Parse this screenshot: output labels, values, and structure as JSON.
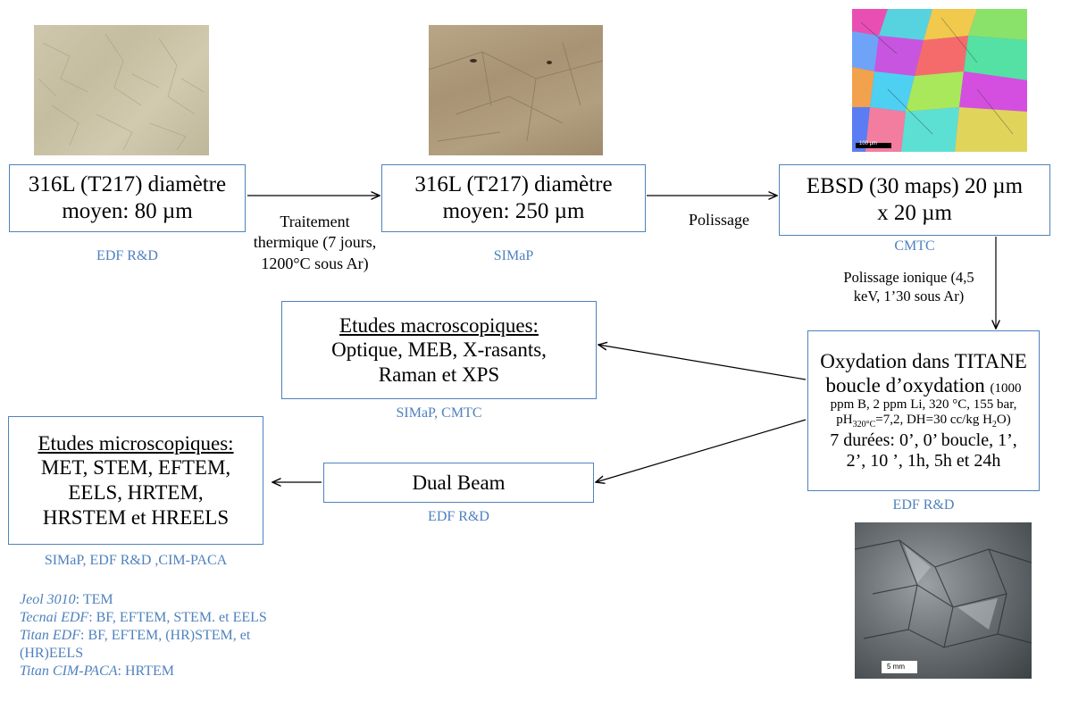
{
  "boxes": {
    "start": {
      "line1": "316L (T217) diamètre",
      "line2": "moyen: 80 µm",
      "inst": "EDF R&D"
    },
    "heat": {
      "line1": "316L (T217) diamètre",
      "line2": "moyen: 250 µm",
      "inst": "SIMaP"
    },
    "ebsd": {
      "line1": "EBSD (30 maps) 20 µm",
      "line2": "x 20 µm",
      "inst": "CMTC"
    },
    "oxid": {
      "line1": "Oxydation dans TITANE",
      "line2": "boucle d’oxydation",
      "line2_cond": "(1000",
      "cond1": "ppm B, 2 ppm Li, 320 °C, 155 bar,",
      "cond2_a": "pH",
      "cond2_sub": "320°C",
      "cond2_b": "=7,2, DH=30 cc/kg H",
      "cond2_sub2": "2",
      "cond2_c": "O)",
      "dur1": "7 durées: 0’, 0’ boucle, 1’,",
      "dur2": "2’, 10 ’, 1h, 5h et 24h",
      "inst": "EDF R&D"
    },
    "macro": {
      "title": "Etudes macroscopiques:",
      "line1": "Optique, MEB, X-rasants,",
      "line2": "Raman et XPS",
      "inst": "SIMaP, CMTC"
    },
    "dual": {
      "label": "Dual Beam",
      "inst": "EDF R&D"
    },
    "micro": {
      "title": "Etudes microscopiques:",
      "line1": "MET, STEM, EFTEM,",
      "line2": "EELS, HRTEM,",
      "line3": "HRSTEM et HREELS",
      "inst": "SIMaP, EDF R&D ,CIM-PACA"
    }
  },
  "arrow_labels": {
    "heat_l1": "Traitement",
    "heat_l2": "thermique (7 jours,",
    "heat_l3": "1200°C sous Ar)",
    "polish": "Polissage",
    "ion_l1": "Polissage ionique (4,5",
    "ion_l2": "keV, 1’30 sous Ar)"
  },
  "equipment": [
    {
      "name": "Jeol 3010",
      "desc": ": TEM"
    },
    {
      "name": "Tecnai EDF",
      "desc": ": BF, EFTEM, STEM. et EELS"
    },
    {
      "name": "Titan EDF",
      "desc": ": BF, EFTEM, (HR)STEM, et"
    },
    {
      "name": "",
      "desc": "(HR)EELS"
    },
    {
      "name": "Titan CIM-PACA",
      "desc": ": HRTEM"
    }
  ],
  "images": {
    "ebsd_scale": "100 µm",
    "oxid_scale": "5 mm"
  },
  "colors": {
    "box_border": "#4f81bd",
    "institution": "#4f81bd"
  }
}
